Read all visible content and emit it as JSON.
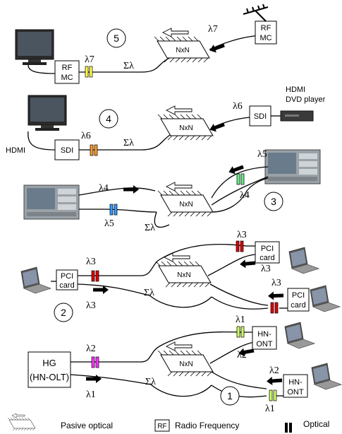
{
  "title": "",
  "colors": {
    "lambda1": "#ccff66",
    "lambda2": "#ff33ff",
    "lambda3": "#dd0000",
    "lambda4": "#66ee88",
    "lambda5": "#3399ff",
    "lambda6": "#ff9922",
    "lambda7": "#ffff44"
  },
  "coupler_label": "NxN",
  "sum_label": "Σλ",
  "scenarios": [
    {
      "number": "5",
      "left_device": [
        "RF",
        "MC"
      ],
      "right_device": [
        "RF",
        "MC"
      ],
      "left_lambda": "λ7",
      "right_lambda": "λ7",
      "icons": [
        "tv-icon",
        "antenna-icon"
      ]
    },
    {
      "number": "4",
      "left_device": [
        "SDI"
      ],
      "right_device": [
        "SDI"
      ],
      "left_lambda": "λ6",
      "right_lambda": "λ6",
      "left_port": "HDMI",
      "source_label": [
        "HDMI",
        "DVD player"
      ],
      "icons": [
        "tv-icon",
        "dvd-player-icon"
      ]
    },
    {
      "number": "3",
      "left_lambda_top": "λ4",
      "left_lambda_bottom": "λ5",
      "right_lambda_top": "λ5",
      "right_lambda_bottom": "λ4",
      "icons": [
        "test-instrument-icon",
        "test-instrument-icon"
      ]
    },
    {
      "number": "2",
      "left_device": [
        "PCI",
        "card"
      ],
      "right_device_top": [
        "PCI",
        "card"
      ],
      "right_device_bottom": [
        "PCI",
        "card"
      ],
      "left_lambda_top": "λ3",
      "left_lambda_bottom": "λ3",
      "right_top_lambda_a": "λ3",
      "right_top_lambda_b": "λ3",
      "right_bottom_lambda": "λ3",
      "icons": [
        "laptop-icon",
        "laptop-icon",
        "laptop-icon"
      ]
    },
    {
      "number": "1",
      "left_device": [
        "HG",
        "(HN-OLT)"
      ],
      "right_device_top": [
        "HN-",
        "ONT"
      ],
      "right_device_bottom": [
        "HN-",
        "ONT"
      ],
      "left_lambda_top": "λ2",
      "left_lambda_bottom": "λ1",
      "right_top_lambda_a": "λ1",
      "right_top_lambda_b": "λ2",
      "right_bottom_lambda_a": "λ2",
      "right_bottom_lambda_b": "λ1",
      "icons": [
        "laptop-icon",
        "laptop-icon"
      ]
    }
  ],
  "legend": {
    "coupler": "Pasive optical",
    "rf_abbr": "RF",
    "rf_text": "Radio Frequency",
    "optical": "Optical"
  }
}
